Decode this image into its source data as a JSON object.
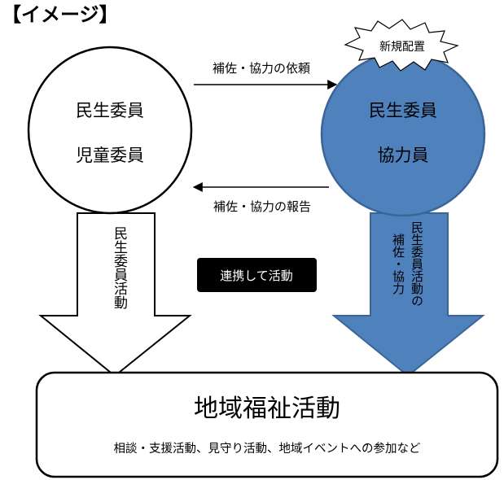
{
  "heading": "【イメージ】",
  "left_circle": {
    "line1": "民生委員",
    "line2": "児童委員"
  },
  "right_circle": {
    "line1": "民生委員",
    "line2": "協力員"
  },
  "starburst_label": "新規配置",
  "top_arrow_label": "補佐・協力の依頼",
  "bottom_arrow_label": "補佐・協力の報告",
  "center_label": "連携して活動",
  "left_down_arrow_label": "民生委員活動",
  "right_down_arrow_label": {
    "column1": "民生委員活動の",
    "column2": "補佐・協力"
  },
  "bottom_box": {
    "title": "地域福祉活動",
    "subtitle": "相談・支援活動、見守り活動、地域イベントへの参加など"
  },
  "colors": {
    "accent_blue": "#4f81bd",
    "accent_blue_border": "#3a6596",
    "dark_label_bg": "#000000"
  }
}
